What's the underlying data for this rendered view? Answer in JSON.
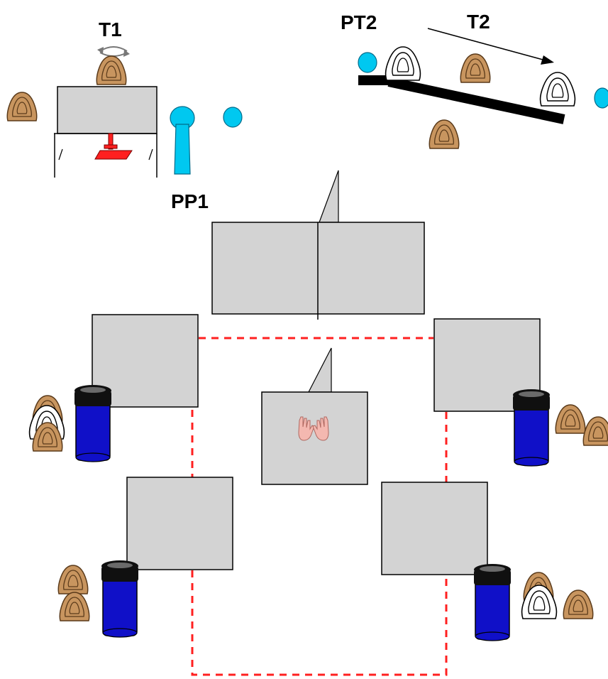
{
  "labels": {
    "t1": "T1",
    "pt2": "PT2",
    "t2": "T2",
    "pp1": "PP1"
  },
  "colors": {
    "machine_gray": "#d3d3d3",
    "part_brown": "#c8955f",
    "bin_blue": "#1010c8",
    "bin_black": "#101010",
    "probe_cyan": "#00c8f0",
    "safety_red": "#ff2020",
    "hand_pink": "#f4b8b0"
  },
  "icons": {
    "part": "brown-workpiece-icon",
    "finished_part": "white-workpiece-icon",
    "bin": "blue-bin-icon",
    "hands": "operator-hands-icon",
    "rotate": "rotate-arrow-icon"
  }
}
